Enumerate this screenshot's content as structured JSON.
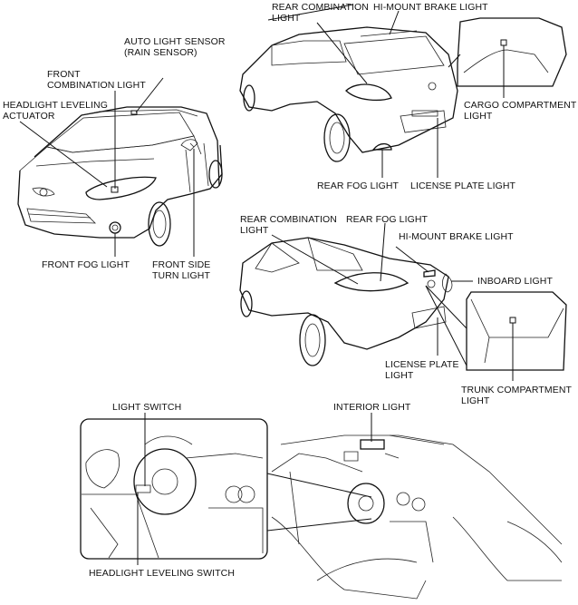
{
  "labels": {
    "auto_light_sensor": [
      "AUTO LIGHT SENSOR",
      "(RAIN SENSOR)"
    ],
    "front_combination_light": [
      "FRONT",
      "COMBINATION LIGHT"
    ],
    "headlight_leveling_actuator": [
      "HEADLIGHT LEVELING",
      "ACTUATOR"
    ],
    "front_fog_light": [
      "FRONT FOG LIGHT"
    ],
    "front_side_turn_light": [
      "FRONT SIDE",
      "TURN LIGHT"
    ],
    "hb_rear_combination_light": [
      "REAR COMBINATION",
      "LIGHT"
    ],
    "hb_hi_mount_brake_light": [
      "HI-MOUNT BRAKE LIGHT"
    ],
    "cargo_compartment_light": [
      "CARGO COMPARTMENT",
      "LIGHT"
    ],
    "hb_rear_fog_light": [
      "REAR FOG LIGHT"
    ],
    "hb_license_plate_light": [
      "LICENSE PLATE LIGHT"
    ],
    "sd_rear_combination_light": [
      "REAR COMBINATION",
      "LIGHT"
    ],
    "sd_rear_fog_light": [
      "REAR FOG LIGHT"
    ],
    "sd_hi_mount_brake_light": [
      "HI-MOUNT BRAKE LIGHT"
    ],
    "inboard_light": [
      "INBOARD LIGHT"
    ],
    "sd_license_plate_light": [
      "LICENSE PLATE",
      "LIGHT"
    ],
    "trunk_compartment_light": [
      "TRUNK COMPARTMENT",
      "LIGHT"
    ],
    "light_switch": [
      "LIGHT SWITCH"
    ],
    "interior_light": [
      "INTERIOR LIGHT"
    ],
    "headlight_leveling_switch": [
      "HEADLIGHT LEVELING SWITCH"
    ]
  }
}
